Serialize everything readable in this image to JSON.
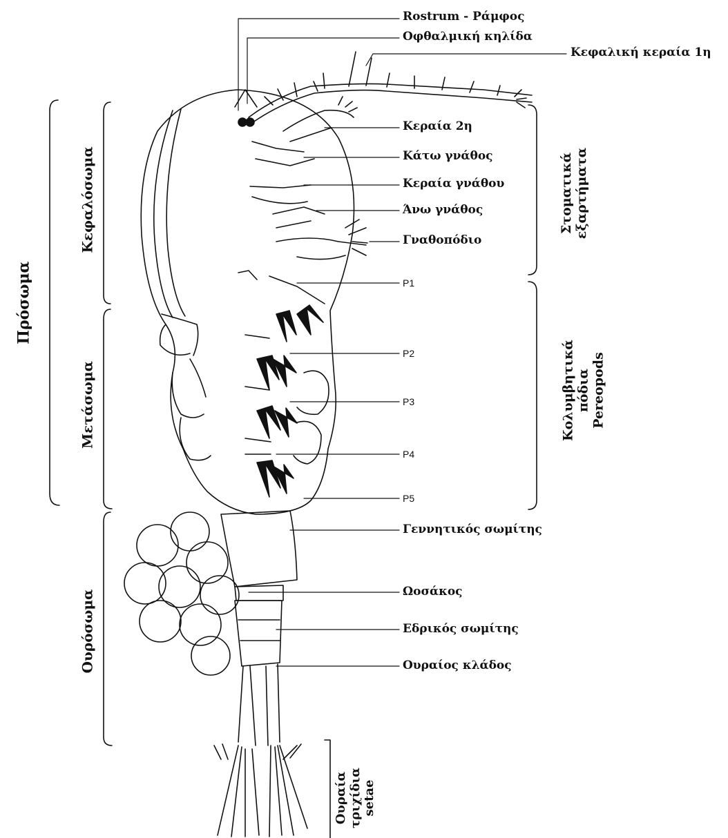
{
  "callouts": {
    "rostrum": "Rostrum - Ράμφος",
    "eye": "Οφθαλμική κηλίδα",
    "antenna1": "Κεφαλική κεραία 1η",
    "antenna2": "Κεραία 2η",
    "mandible": "Κάτω γνάθος",
    "maxillule": "Κεραία γνάθου",
    "maxilla": "Άνω γνάθος",
    "maxilliped": "Γναθοπόδιο",
    "p1": "P1",
    "p2": "P2",
    "p3": "P3",
    "p4": "P4",
    "p5": "P5",
    "genital": "Γεννητικός σωμίτης",
    "eggsac": "Ωοσάκος",
    "anal": "Εδρικός σωμίτης",
    "furca": "Ουραίος κλάδος"
  },
  "regions": {
    "prosome": "Πρόσωμα",
    "cephalosome": "Κεφαλόσωμα",
    "metasome": "Μετάσωμα",
    "urosome": "Ουρόσωμα",
    "mouthparts_line1": "Στοματικά",
    "mouthparts_line2": "εξαρτήματα",
    "swim_line1": "Κολυμβητικά",
    "swim_line2": "πόδια",
    "swim_line3": "Pereopods",
    "setae_line1": "Ουραία",
    "setae_line2": "τριχίδια",
    "setae_line3": "setae"
  }
}
